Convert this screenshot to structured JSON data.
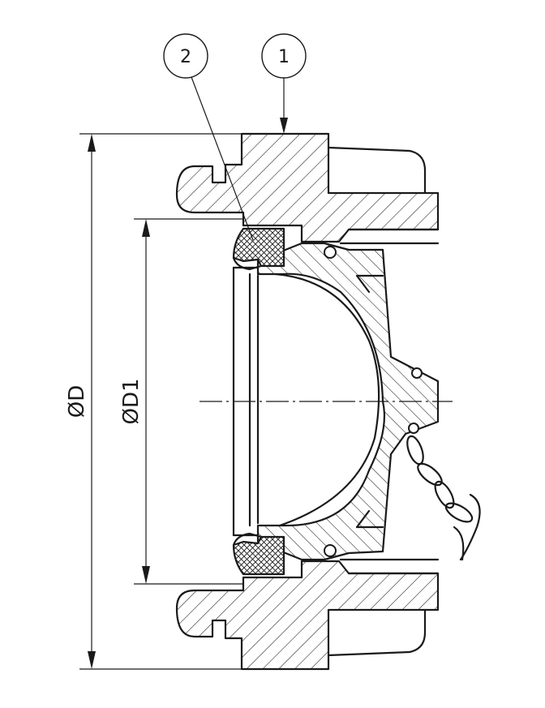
{
  "balloons": {
    "part_1": "1",
    "part_2": "2"
  },
  "dimensions": {
    "outer_diameter": "ØD",
    "inner_diameter": "ØD1"
  },
  "colors": {
    "line": "#1a1a1a",
    "background": "#ffffff"
  }
}
